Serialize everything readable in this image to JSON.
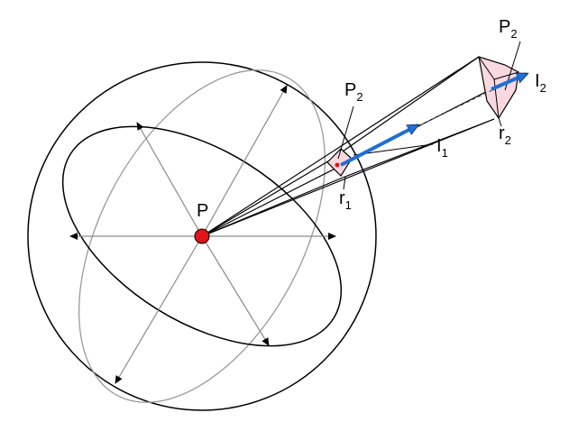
{
  "labels": {
    "center": "P",
    "p2_near": {
      "main": "P",
      "sub": "2"
    },
    "p2_far": {
      "main": "P",
      "sub": "2"
    },
    "r1": {
      "main": "r",
      "sub": "1"
    },
    "r2": {
      "main": "r",
      "sub": "2"
    },
    "I1": {
      "main": "I",
      "sub": "1"
    },
    "I2": {
      "main": "I",
      "sub": "2"
    }
  },
  "colors": {
    "point": "#e0141a",
    "arrow": "#1f6fd6",
    "patch_fill": "#f9d9df",
    "outline": "#000000",
    "ellipse_gray": "#9a9a9a"
  }
}
